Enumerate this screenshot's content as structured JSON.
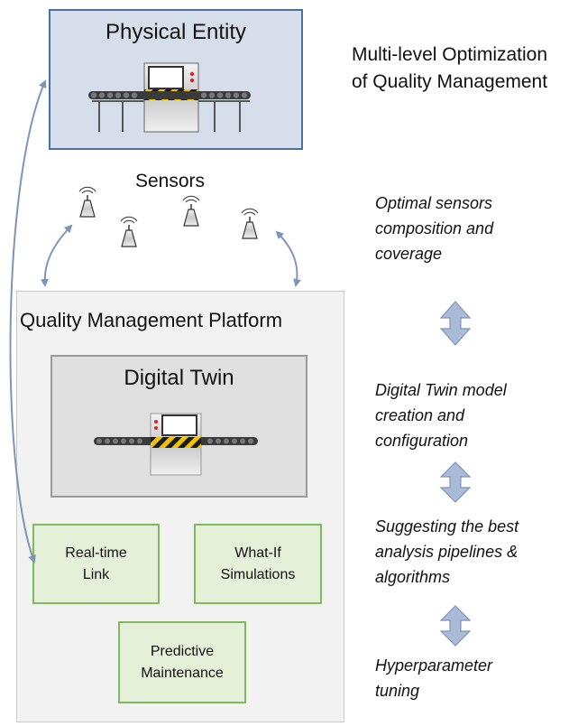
{
  "physical_entity": {
    "title": "Physical Entity"
  },
  "sensors": {
    "label": "Sensors"
  },
  "platform": {
    "title": "Quality Management Platform",
    "digital_twin": {
      "title": "Digital Twin"
    },
    "modules": [
      {
        "line1": "Real-time",
        "line2": "Link"
      },
      {
        "line1": "What-If",
        "line2": "Simulations"
      },
      {
        "line1": "Predictive",
        "line2": "Maintenance"
      }
    ]
  },
  "optimization": {
    "title_line1": "Multi-level Optimization",
    "title_line2": "of Quality Management",
    "levels": [
      {
        "lines": [
          "Optimal sensors",
          "composition and",
          "coverage"
        ]
      },
      {
        "lines": [
          "Digital Twin model",
          "creation and",
          "configuration"
        ]
      },
      {
        "lines": [
          "Suggesting the best",
          "analysis pipelines &",
          "algorithms"
        ]
      },
      {
        "lines": [
          "Hyperparameter",
          "tuning"
        ]
      }
    ]
  },
  "colors": {
    "entity_fill": "#d6deeb",
    "entity_border": "#4a6fa0",
    "platform_fill": "#f2f2f2",
    "twin_fill": "#e0e0e0",
    "module_fill": "#e4f0d8",
    "module_border": "#7fba5e",
    "arrow": "#7f95b8"
  },
  "icons": [
    "conveyor-machine-icon",
    "sensor-icon",
    "double-arrow-icon"
  ]
}
